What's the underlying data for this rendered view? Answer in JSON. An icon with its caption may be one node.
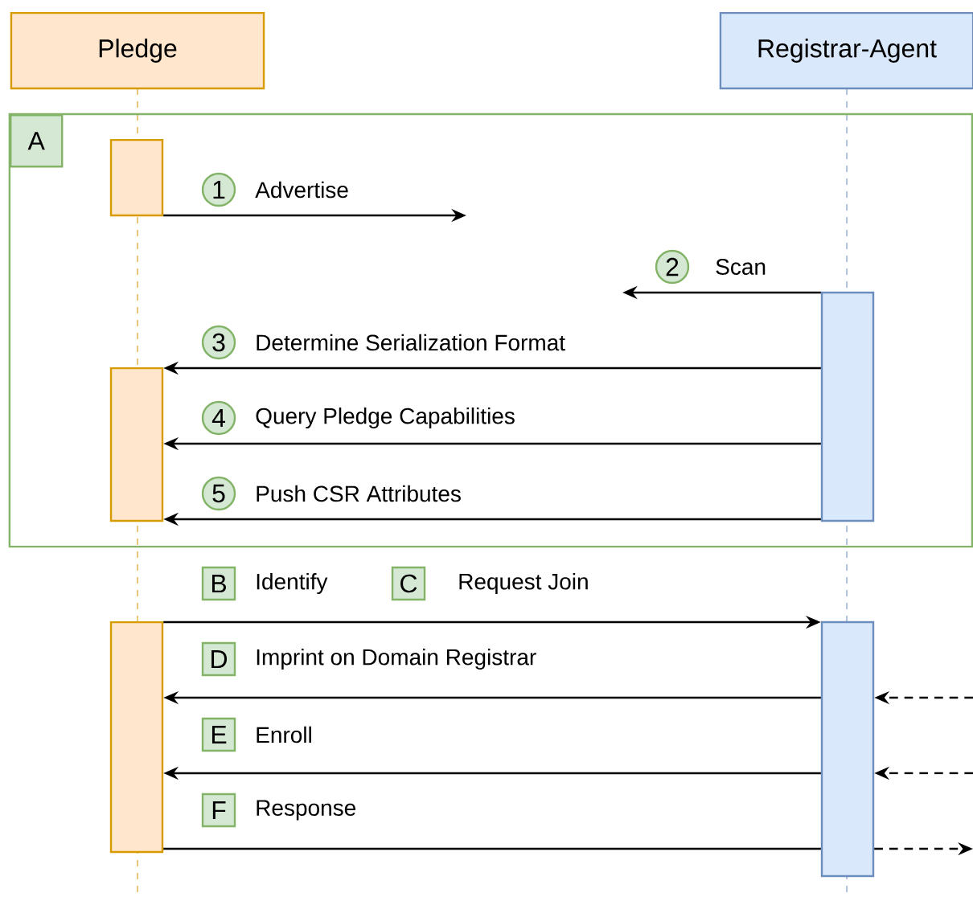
{
  "diagram": {
    "nodes": [
      {
        "text": [
          "Pledge"
        ]
      },
      {
        "text": [
          "Registrar-Agent"
        ]
      },
      {
        "text": [
          "A"
        ]
      },
      {
        "text": [],
        "shape": "bar",
        "in": 2
      },
      {
        "text": [
          "1"
        ],
        "in": 2
      },
      {
        "text": [
          "2"
        ],
        "in": 2
      },
      {
        "text": [],
        "shape": "bar",
        "in": 2
      },
      {
        "text": [
          "3"
        ],
        "in": 2
      },
      {
        "text": [],
        "shape": "bar",
        "in": 2
      },
      {
        "text": [
          "4"
        ],
        "in": 2
      },
      {
        "text": [
          "5"
        ],
        "in": 2
      },
      {
        "text": [
          "B"
        ]
      },
      {
        "text": [
          "C"
        ]
      },
      {
        "text": [],
        "shape": "bar"
      },
      {
        "text": [],
        "shape": "bar"
      },
      {
        "text": [
          "D"
        ]
      },
      {
        "text": [
          "E"
        ]
      },
      {
        "text": [
          "F"
        ]
      }
    ],
    "edges": [
      {
        "from": 3,
        "to": null,
        "arrow": "to",
        "label": "Advertise"
      },
      {
        "from": 6,
        "to": null,
        "arrow": "to",
        "label": "Scan"
      },
      {
        "from": 6,
        "to": 8,
        "arrow": "to",
        "label": "Determine Serialization Format"
      },
      {
        "from": 6,
        "to": 8,
        "arrow": "to",
        "label": "Query Pledge Capabilities"
      },
      {
        "from": 6,
        "to": 8,
        "arrow": "to",
        "label": "Push CSR Attributes"
      },
      {
        "from": 13,
        "to": 14,
        "arrow": "to",
        "label": "Identify"
      },
      {
        "from": 14,
        "to": 13,
        "arrow": "to",
        "label": "Imprint on Domain Registrar"
      },
      {
        "from": 14,
        "to": 13,
        "arrow": "to",
        "label": "Enroll"
      },
      {
        "from": 13,
        "to": 14,
        "arrow": "none",
        "label": "Response"
      },
      {
        "from": null,
        "to": 14,
        "arrow": "to",
        "style": "dashed"
      },
      {
        "from": null,
        "to": 14,
        "arrow": "to",
        "style": "dashed"
      },
      {
        "from": 14,
        "to": null,
        "arrow": "to",
        "style": "dashed"
      }
    ],
    "labels": [
      "Request Join"
    ]
  }
}
